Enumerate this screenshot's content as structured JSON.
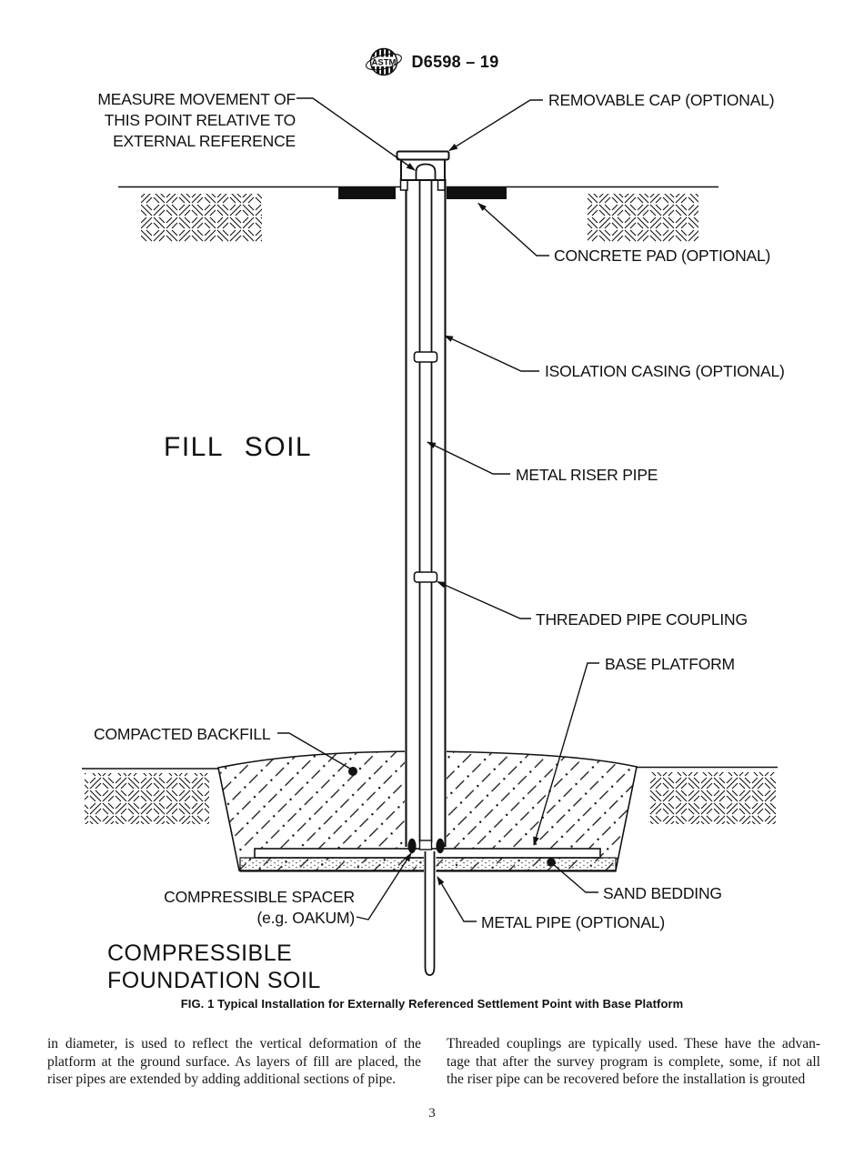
{
  "page": {
    "background": "#ffffff",
    "ink": "#1a1a1a"
  },
  "header": {
    "designation": "D6598 – 19",
    "logo_text": "ASTM"
  },
  "figure": {
    "caption": "FIG. 1 Typical Installation for Externally Referenced Settlement Point with Base Platform",
    "labels": {
      "measure_movement_line1": "MEASURE MOVEMENT OF",
      "measure_movement_line2": "THIS POINT RELATIVE TO",
      "measure_movement_line3": "EXTERNAL REFERENCE",
      "removable_cap": "REMOVABLE CAP (OPTIONAL)",
      "concrete_pad": "CONCRETE PAD (OPTIONAL)",
      "isolation_casing": "ISOLATION CASING (OPTIONAL)",
      "fill_soil": "FILL SOIL",
      "metal_riser_pipe": "METAL RISER PIPE",
      "threaded_pipe_coupling": "THREADED PIPE COUPLING",
      "base_platform": "BASE PLATFORM",
      "compacted_backfill": "COMPACTED BACKFILL",
      "compressible_spacer_line1": "COMPRESSIBLE SPACER",
      "compressible_spacer_line2": "(e.g. OAKUM)",
      "sand_bedding": "SAND BEDDING",
      "metal_pipe": "METAL PIPE (OPTIONAL)",
      "foundation_soil_line1": "COMPRESSIBLE",
      "foundation_soil_line2": "FOUNDATION SOIL"
    }
  },
  "body_text": {
    "left_column_lines": [
      "in diameter, is used to reflect the vertical deformation of the",
      "platform at the ground surface. As layers of fill are placed, the",
      "riser pipes are extended by adding additional sections of pipe."
    ],
    "right_column_lines": [
      "Threaded couplings are typically used. These have the advan-",
      "tage that after the survey program is complete, some, if not all",
      "the riser pipe can be recovered before the installation is grouted"
    ]
  },
  "footer": {
    "page_number": "3"
  }
}
